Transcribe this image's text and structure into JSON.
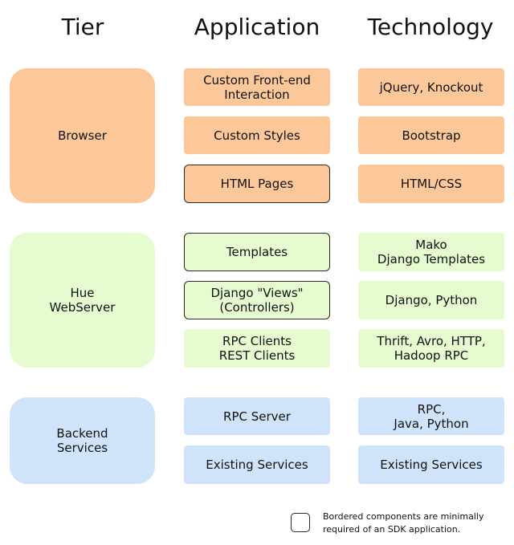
{
  "headers": {
    "tier": "Tier",
    "application": "Application",
    "technology": "Technology"
  },
  "colors": {
    "browser": "#fcc89a",
    "hue": "#e6fcd0",
    "backend": "#cfe4fb",
    "border": "#2b2b2b"
  },
  "tiers": {
    "browser": {
      "label": "Browser",
      "application": [
        "Custom Front-end\nInteraction",
        "Custom Styles",
        "HTML Pages"
      ],
      "technology": [
        "jQuery, Knockout",
        "Bootstrap",
        "HTML/CSS"
      ]
    },
    "hue": {
      "label": "Hue\nWebServer",
      "application": [
        "Templates",
        "Django \"Views\"\n(Controllers)",
        "RPC Clients\nREST Clients"
      ],
      "technology": [
        "Mako\nDjango Templates",
        "Django, Python",
        "Thrift, Avro, HTTP,\nHadoop RPC"
      ]
    },
    "backend": {
      "label": "Backend\nServices",
      "application": [
        "RPC Server",
        "Existing Services"
      ],
      "technology": [
        "RPC,\nJava, Python",
        "Existing Services"
      ]
    }
  },
  "legend": {
    "text": "Bordered components are minimally\nrequired of an SDK application."
  }
}
